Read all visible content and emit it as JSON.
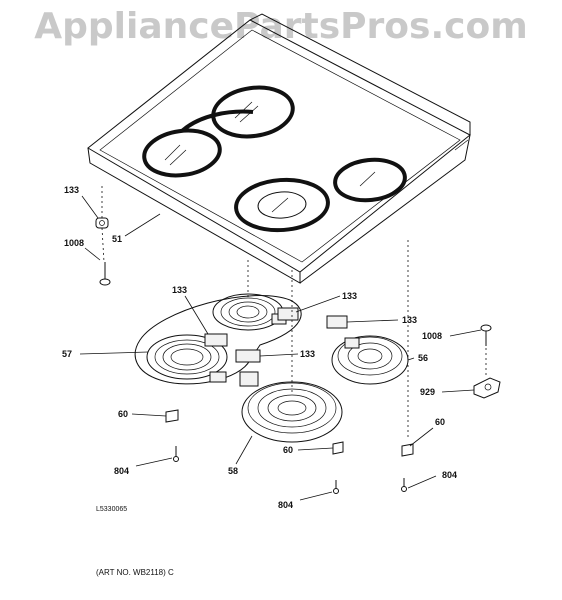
{
  "watermark": "AppliancePartsPros.com",
  "callouts": {
    "c133_left": "133",
    "c1008_left": "1008",
    "c51": "51",
    "c133_mid_left": "133",
    "c133_mid_top": "133",
    "c133_right": "133",
    "c133_center": "133",
    "c57": "57",
    "c1008_right": "1008",
    "c56": "56",
    "c929": "929",
    "c60_left": "60",
    "c60_right": "60",
    "c60_center": "60",
    "c804_left": "804",
    "c804_center": "804",
    "c804_right": "804",
    "c58": "58"
  },
  "drawing_code": "L5330065",
  "art_number": "(ART NO. WB2118) C"
}
